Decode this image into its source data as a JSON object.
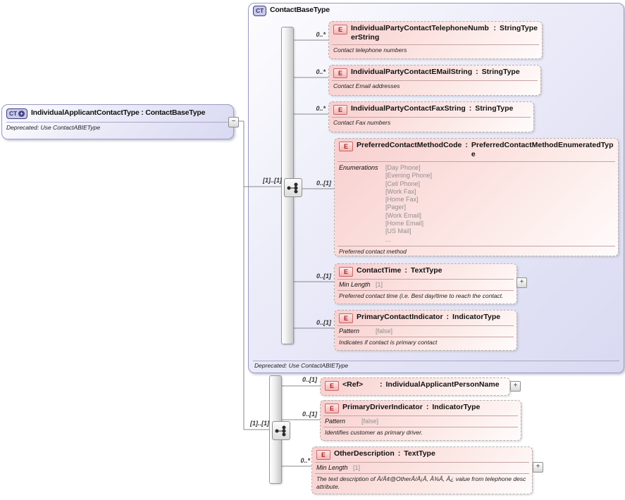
{
  "ui": {
    "colon": ":",
    "element_badge": "E",
    "collapse_glyph": "−",
    "expand_glyph": "+",
    "colors": {
      "container_fill": "#dcdcf2",
      "element_fill": "#f8cfcf",
      "badge_element_border": "#cc6666",
      "badge_type_border": "#3d3d78",
      "connector": "#8a8a8a"
    }
  },
  "root": {
    "badge": "CT",
    "badge_plus": "+",
    "title": "IndividualApplicantContactType : ContactBaseType",
    "annotation": "Deprecated: Use ContactABIEType"
  },
  "container": {
    "badge": "CT",
    "title": "ContactBaseType",
    "annotation": "Deprecated: Use ContactABIEType"
  },
  "groups": {
    "top": {
      "cardinality": "[1]..[1]"
    },
    "bottom": {
      "cardinality": "[1]..[1]"
    }
  },
  "elements": {
    "telephone": {
      "cardinality": "0..*",
      "name": "IndividualPartyContactTelephoneNumberString",
      "type": "StringType",
      "annotation": "Contact telephone numbers"
    },
    "email": {
      "cardinality": "0..*",
      "name": "IndividualPartyContactEMailString",
      "type": "StringType",
      "annotation": "Contact Email addresses"
    },
    "fax": {
      "cardinality": "0..*",
      "name": "IndividualPartyContactFaxString",
      "type": "StringType",
      "annotation": "Contact Fax numbers"
    },
    "preferred": {
      "cardinality": "0..[1]",
      "name": "PreferredContactMethodCode",
      "type": "PreferredContactMethodEnumeratedType",
      "enumerations_label": "Enumerations",
      "enumerations": [
        "[Day Phone]",
        "[Evening Phone]",
        "[Cell Phone]",
        "[Work Fax]",
        "[Home Fax]",
        "[Pager]",
        "[Work Email]",
        "[Home Email]",
        "[US Mail]",
        "..."
      ],
      "annotation": "Preferred contact method"
    },
    "contact_time": {
      "cardinality": "0..[1]",
      "name": "ContactTime",
      "type": "TextType",
      "facet_label": "Min Length",
      "facet_value": "[1]",
      "annotation": "Preferred contact time (i.e. Best day/time to reach the contact."
    },
    "primary_contact": {
      "cardinality": "0..[1]",
      "name": "PrimaryContactIndicator",
      "type": "IndicatorType",
      "facet_label": "Pattern",
      "facet_value": "[false]",
      "annotation": "Indicates if contact is primary contact"
    },
    "ref": {
      "cardinality": "0..[1]",
      "name": "<Ref>",
      "type": "IndividualApplicantPersonName"
    },
    "primary_driver": {
      "cardinality": "0..[1]",
      "name": "PrimaryDriverIndicator",
      "type": "IndicatorType",
      "facet_label": "Pattern",
      "facet_value": "[false]",
      "annotation": "Identifies customer as primary driver."
    },
    "other_description": {
      "cardinality": "0..*",
      "name": "OtherDescription",
      "type": "TextType",
      "facet_label": "Min Length",
      "facet_value": "[1]",
      "annotation": "The text description of Â/Â¢@OtherÂ/Â¡Â, Â¾Â, Â¿ value from telephone desc attribute."
    }
  }
}
